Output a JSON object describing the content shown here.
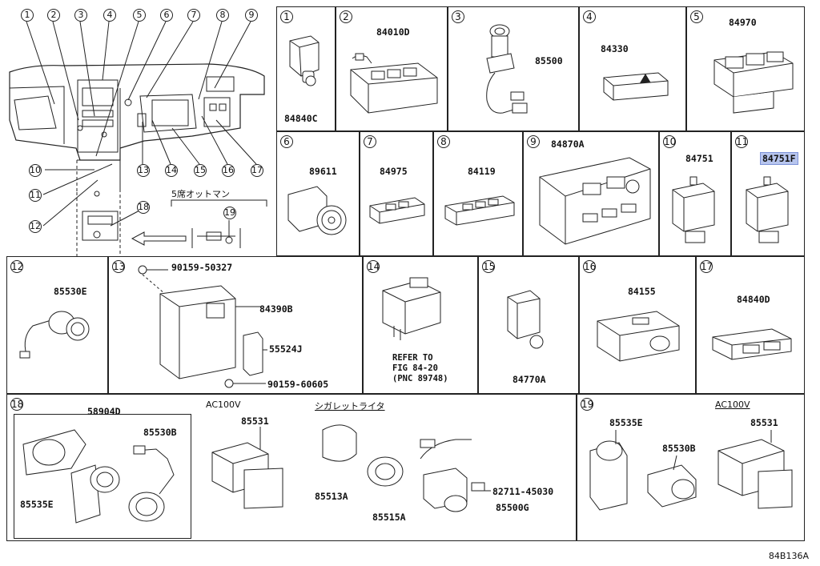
{
  "overview": {
    "callouts": [
      "1",
      "2",
      "3",
      "4",
      "5",
      "6",
      "7",
      "8",
      "9",
      "10",
      "11",
      "12",
      "13",
      "14",
      "15",
      "16",
      "17",
      "18",
      "19"
    ],
    "ottoman_label": "5席オットマン"
  },
  "cells": [
    {
      "num": "1",
      "parts": [
        "84840C"
      ]
    },
    {
      "num": "2",
      "parts": [
        "84010D"
      ]
    },
    {
      "num": "3",
      "parts": [
        "85500"
      ]
    },
    {
      "num": "4",
      "parts": [
        "84330"
      ]
    },
    {
      "num": "5",
      "parts": [
        "84970"
      ]
    },
    {
      "num": "6",
      "parts": [
        "89611"
      ]
    },
    {
      "num": "7",
      "parts": [
        "84975"
      ]
    },
    {
      "num": "8",
      "parts": [
        "84119"
      ]
    },
    {
      "num": "9",
      "parts": [
        "84870A"
      ]
    },
    {
      "num": "10",
      "parts": [
        "84751"
      ]
    },
    {
      "num": "11",
      "parts": [
        "84751F"
      ],
      "highlighted": "84751F"
    },
    {
      "num": "12",
      "parts": [
        "85530E"
      ]
    },
    {
      "num": "13",
      "parts": [
        "90159-50327",
        "84390B",
        "55524J",
        "90159-60605"
      ]
    },
    {
      "num": "14",
      "note": "REFER TO\nFIG 84-20\n(PNC 89748)"
    },
    {
      "num": "15",
      "parts": [
        "84770A"
      ]
    },
    {
      "num": "16",
      "parts": [
        "84155"
      ]
    },
    {
      "num": "17",
      "parts": [
        "84840D"
      ]
    },
    {
      "num": "18",
      "parts": [
        "58904D",
        "85530B",
        "85535E",
        "85531",
        "85513A",
        "85515A",
        "85500G",
        "82711-45030"
      ],
      "labels": [
        "AC100V",
        "シガレットライタ"
      ]
    },
    {
      "num": "19",
      "parts": [
        "85535E",
        "85530B",
        "85531"
      ],
      "labels": [
        "AC100V"
      ]
    }
  ],
  "diagram_code": "84B136A"
}
